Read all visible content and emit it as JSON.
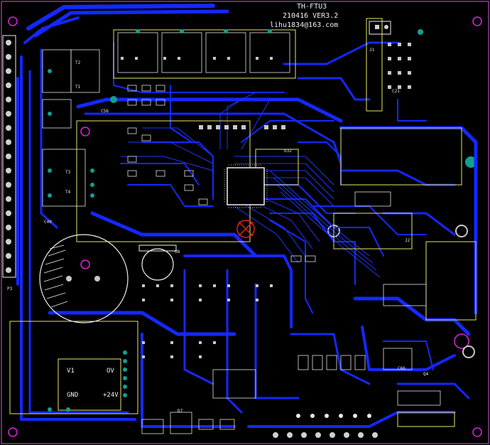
{
  "board": {
    "title_line1": "TH-FTU3",
    "title_line2": "210416 VER3.2",
    "title_line3": "lihu1834@163.com",
    "connector_left": "P3",
    "power_label_v1": "V1",
    "power_label_ov": "OV",
    "power_label_gnd": "GND",
    "power_label_24v": "+24V",
    "relay_labels": [
      "T1",
      "T2",
      "T3",
      "T4"
    ],
    "misc_labels": [
      "C56",
      "C40",
      "C21",
      "C66",
      "D7",
      "U8",
      "J1",
      "J2",
      "U32",
      "Q4"
    ]
  },
  "colors": {
    "background": "#000000",
    "top_copper": "#1428ff",
    "silkscreen": "#f0f0f0",
    "outline": "#e6e66a",
    "pad": "#c8c8c8",
    "mount_hole": "#e020e0",
    "via_fill": "#10a090",
    "fault_mark": "#e02020"
  }
}
